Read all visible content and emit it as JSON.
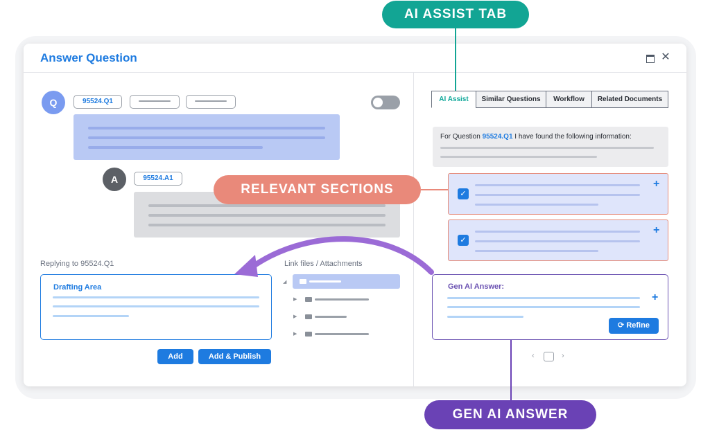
{
  "dialog": {
    "title": "Answer Question",
    "maximize_icon": "maximize-icon",
    "close_icon": "✕"
  },
  "question": {
    "avatar": "Q",
    "id_chip": "95524.Q1"
  },
  "answer": {
    "avatar": "A",
    "id_chip": "95524.A1"
  },
  "reply": {
    "replying_to": "Replying to 95524.Q1",
    "drafting_title": "Drafting Area",
    "attachments_label": "Link files / Attachments",
    "add_label": "Add",
    "add_publish_label": "Add & Publish"
  },
  "tabs": [
    {
      "label": "AI Assist",
      "active": true
    },
    {
      "label": "Similar Questions",
      "active": false
    },
    {
      "label": "Workflow",
      "active": false
    },
    {
      "label": "Related Documents",
      "active": false
    }
  ],
  "info": {
    "prefix": "For Question ",
    "question_id": "95524.Q1",
    "suffix": " I have found the following information:"
  },
  "sections": [
    {
      "checked": true,
      "plus": "+"
    },
    {
      "checked": true,
      "plus": "+"
    }
  ],
  "gen_ai": {
    "title": "Gen AI Answer:",
    "plus": "+",
    "refine_label": "Refine",
    "refine_icon": "refresh-icon"
  },
  "pager": {
    "prev": "‹",
    "next": "›"
  },
  "callouts": {
    "ai_assist": "AI ASSIST TAB",
    "relevant": "RELEVANT SECTIONS",
    "gen_ai": "GEN AI ANSWER"
  },
  "colors": {
    "brand_blue": "#1e7be0",
    "teal": "#12a594",
    "salmon": "#e9897a",
    "purple": "#6a42b5"
  }
}
